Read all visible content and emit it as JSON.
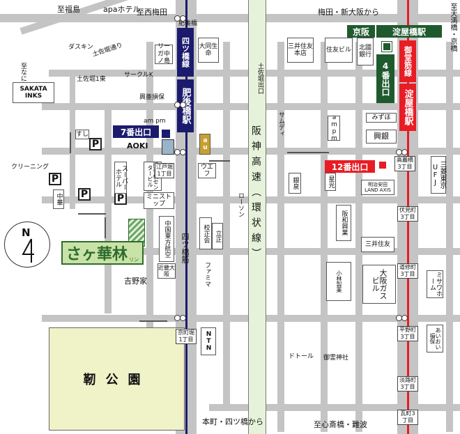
{
  "labels": {
    "shifuku": "至福島",
    "apa": "apaホテル",
    "nishiumeda": "至西梅田",
    "higobashi_top": "肥後橋",
    "umeda_shinosaka": "梅田・新大阪から",
    "tenma": "至天満橋・京橋",
    "dasukin": "ダスキン",
    "tosabori_dori": "土佐堀通り",
    "ogimachi": "大同生命",
    "liga": "リーガ中ノ島",
    "sanjo_sumitomo": "三井住友本店",
    "sumitomo_bldg": "住友ビル",
    "kitakuni": "北國銀行",
    "naniwasuji": "至なにわ筋",
    "sakata": "SAKATA INKS",
    "tosabori1": "土佐堀1東",
    "circle_k": "サークルK",
    "kogyo": "興亜損保",
    "tosabori_exit": "土佐堀出口",
    "samdy": "サムディ",
    "mizuho": "みずほ",
    "kogin": "興銀",
    "ampm_mid": "ampm",
    "sushi": "すし",
    "p": "P",
    "aoki": "AOKI",
    "au": "au",
    "ampm": "am pm",
    "cleaning": "クリーニング",
    "super_hotel": "スーパーホテル",
    "higobashi_center": "肥後橋センタービル",
    "edobori1": "江戸堀1丁目",
    "wecafe": "ウエフ",
    "kitahama": "高麗橋3丁目",
    "sanjo_tokyo": "三菱東京UFJ",
    "ginsen": "銀泉",
    "seiko": "星光",
    "meiji": "明治安田LAND AXIS",
    "chuka": "中華",
    "ministop": "ミニストップ",
    "lawson": "ローソン",
    "hanshin": "阪神高速（環状線）",
    "fushimi": "伏見町3丁目",
    "china_airlines": "中国東方航空",
    "kosei": "校正会",
    "ritsusei": "立正",
    "hanwa": "阪和興業",
    "mitsui": "三井住友",
    "kintetsu": "近畿大阪",
    "yotsubashi_suji": "四ツ橋筋",
    "famima": "ファミマ",
    "kobayashi": "小林製薬",
    "osaka_gas": "大阪ガスビル",
    "doshomachi": "道修町3丁目",
    "misawa": "ミサワホーム",
    "yoshinoya": "吉野家",
    "kyomachibori": "京町堀1丁目",
    "ntn": "NTN",
    "hiranomachi": "平野町3丁目",
    "aioi": "あいおい損保",
    "dotoru": "ドトール",
    "goryo": "御霊神社",
    "awajimachi": "淡路町3丁目",
    "utsubo": "靭公園",
    "hommachi_from": "本町・四ツ橋から",
    "shinsaibashi": "至心斎橋・難波",
    "kawaramachi": "瓦町3丁目",
    "restaurant_name": "さヶ華林",
    "restaurant_ruby": "リン",
    "north": "N"
  },
  "stations": {
    "yotsubashi_line": "四ツ橋線",
    "higobashi_eki": "肥後橋駅",
    "keihan": "京阪",
    "yodoyabashi_eki_top": "淀屋橋駅",
    "midosuji": "御堂筋線",
    "yodoyabashi_eki": "淀屋橋駅",
    "exit4": "4番出口",
    "exit7": "7番出口",
    "exit12": "12番出口"
  },
  "colors": {
    "yotsubashi": "#1b1b6e",
    "midosuji": "#e81c24",
    "keihan": "#1f5a2e",
    "hanshin": "#e6f2da",
    "restaurant": "#2e6b2e"
  }
}
